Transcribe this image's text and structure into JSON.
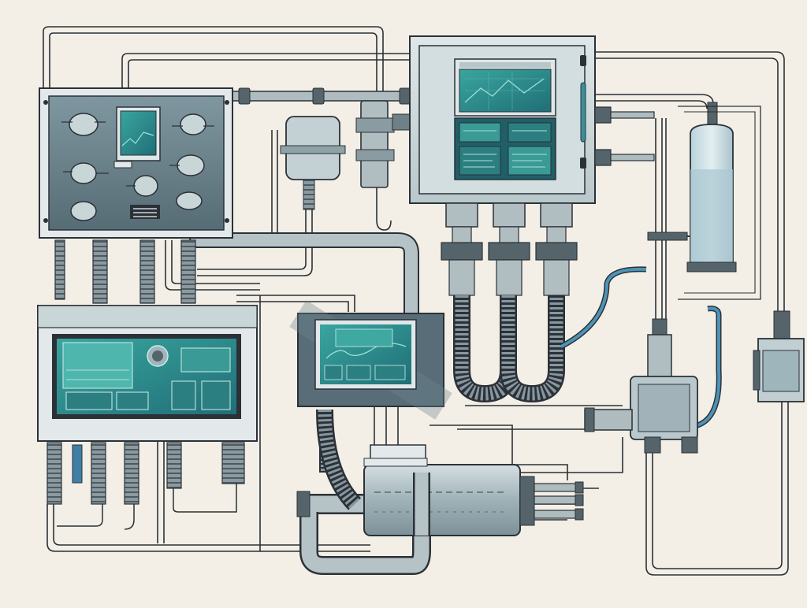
{
  "illustration": {
    "title_plate_text": "",
    "colors": {
      "background": "#f3efe6",
      "line": "#2b3137",
      "panel": "#c9d6d8",
      "panel_dark": "#6f8790",
      "screen": "#2e8f8f",
      "screen_glow": "#58c1bb",
      "pipe": "#a9b7bb",
      "hose": "#7d8f96",
      "water": "#4d93b8",
      "tank_glass": "#c7dde3"
    },
    "components": [
      {
        "id": "control-panel-left",
        "icon": "gauge-panel"
      },
      {
        "id": "control-cabinet-top",
        "icon": "monitor-cabinet"
      },
      {
        "id": "monitor-station-lower-left",
        "icon": "monitor-station"
      },
      {
        "id": "display-unit-center",
        "icon": "display-unit"
      },
      {
        "id": "filter-housing-top",
        "icon": "filter-canister"
      },
      {
        "id": "storage-tank-right",
        "icon": "tank"
      },
      {
        "id": "pump-unit-right",
        "icon": "pump"
      },
      {
        "id": "cylinder-housing-bottom",
        "icon": "cylinder"
      },
      {
        "id": "sensor-housing-far-right",
        "icon": "sensor-box"
      }
    ]
  }
}
